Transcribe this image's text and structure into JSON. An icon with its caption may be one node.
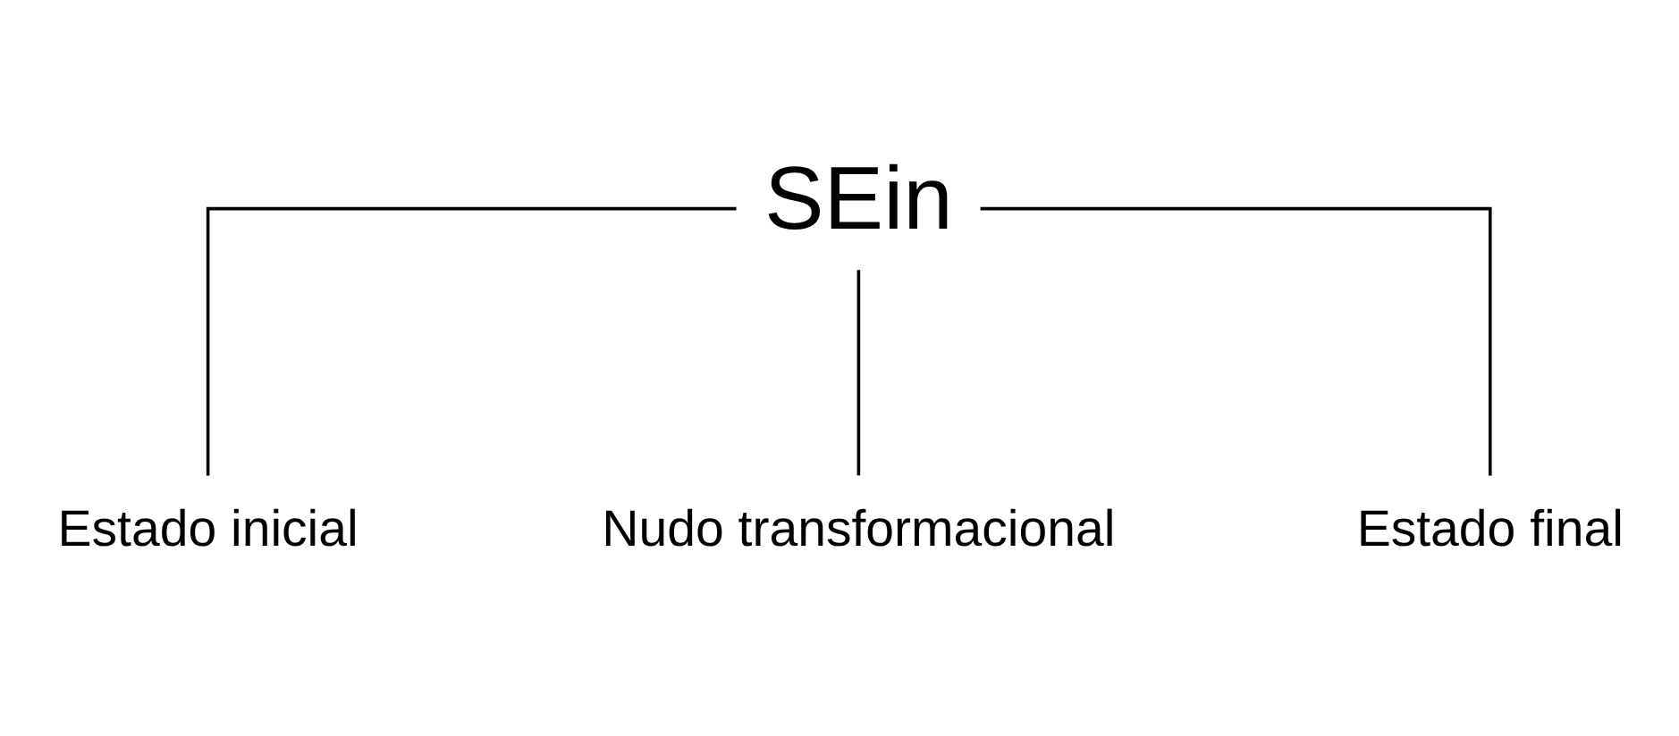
{
  "diagram": {
    "nodes": [
      {
        "text": [
          "SEin"
        ]
      },
      {
        "text": [
          "Estado inicial"
        ]
      },
      {
        "text": [
          "Nudo transformacional"
        ]
      },
      {
        "text": [
          "Estado final"
        ]
      }
    ],
    "edges": [
      {
        "from": 0,
        "to": 1,
        "arrow": "none"
      },
      {
        "from": 0,
        "to": 2,
        "arrow": "none"
      },
      {
        "from": 0,
        "to": 3,
        "arrow": "none"
      }
    ]
  }
}
